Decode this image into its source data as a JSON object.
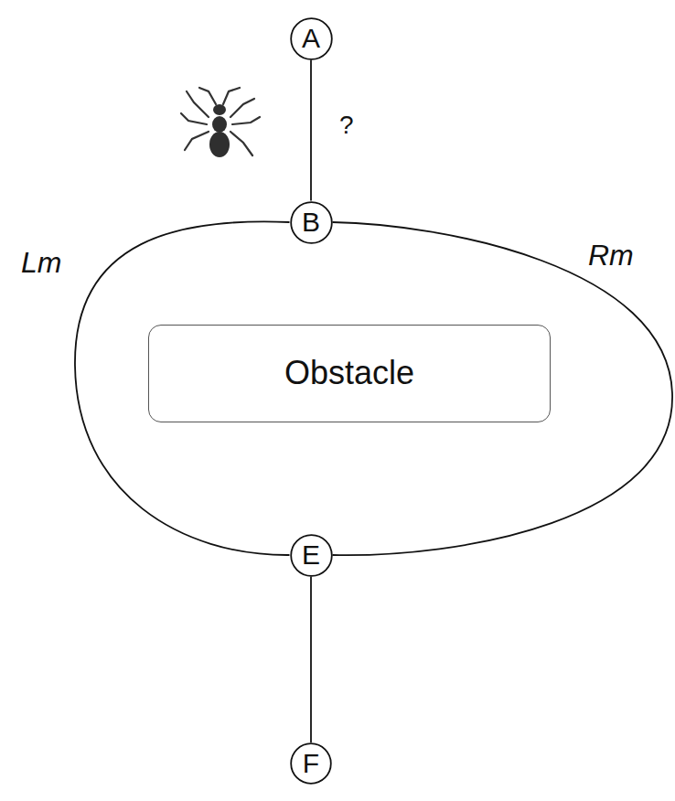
{
  "diagram": {
    "nodes": [
      {
        "text": [
          "A"
        ]
      },
      {
        "text": [
          "B"
        ]
      },
      {
        "text": [
          "Obstacle"
        ]
      },
      {
        "text": [
          "E"
        ]
      },
      {
        "text": [
          "F"
        ]
      }
    ],
    "edges": [
      {
        "from": 0,
        "to": 1,
        "arrow": "none",
        "label": "?"
      },
      {
        "from": 1,
        "to": 3,
        "arrow": "none",
        "label": "Lm"
      },
      {
        "from": 1,
        "to": 3,
        "arrow": "none",
        "label": "Rm"
      },
      {
        "from": 3,
        "to": 4,
        "arrow": "none"
      }
    ]
  }
}
